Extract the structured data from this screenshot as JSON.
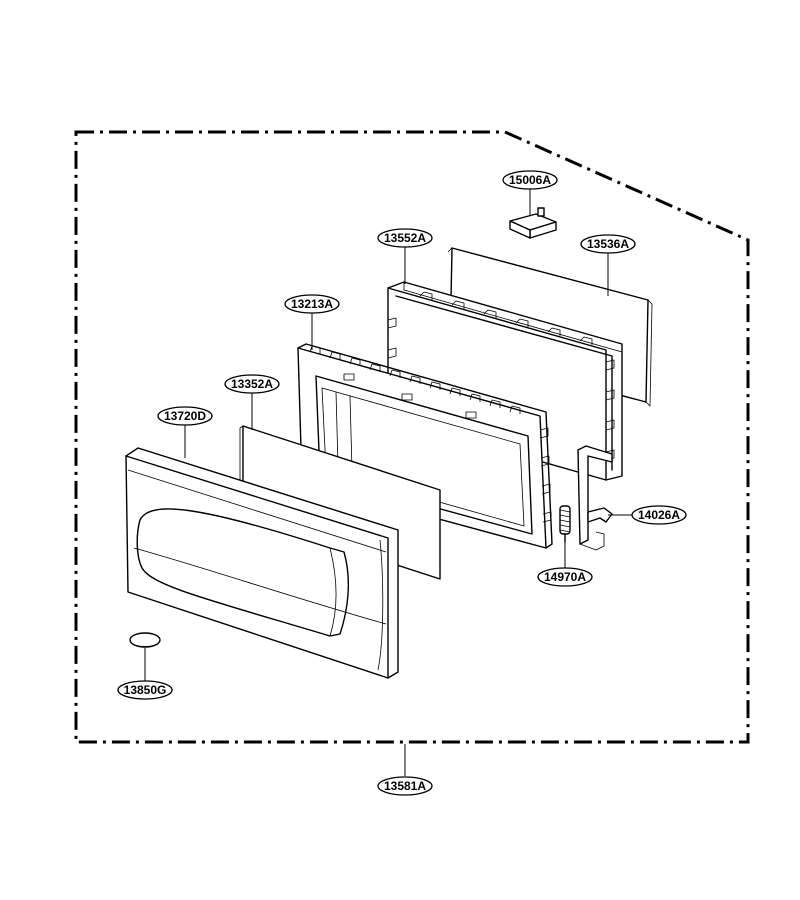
{
  "parts": {
    "p15006A": "15006A",
    "p13552A": "13552A",
    "p13536A": "13536A",
    "p13213A": "13213A",
    "p13352A": "13352A",
    "p13720D": "13720D",
    "p14026A": "14026A",
    "p14970A": "14970A",
    "p13850G": "13850G",
    "p13581A": "13581A"
  }
}
